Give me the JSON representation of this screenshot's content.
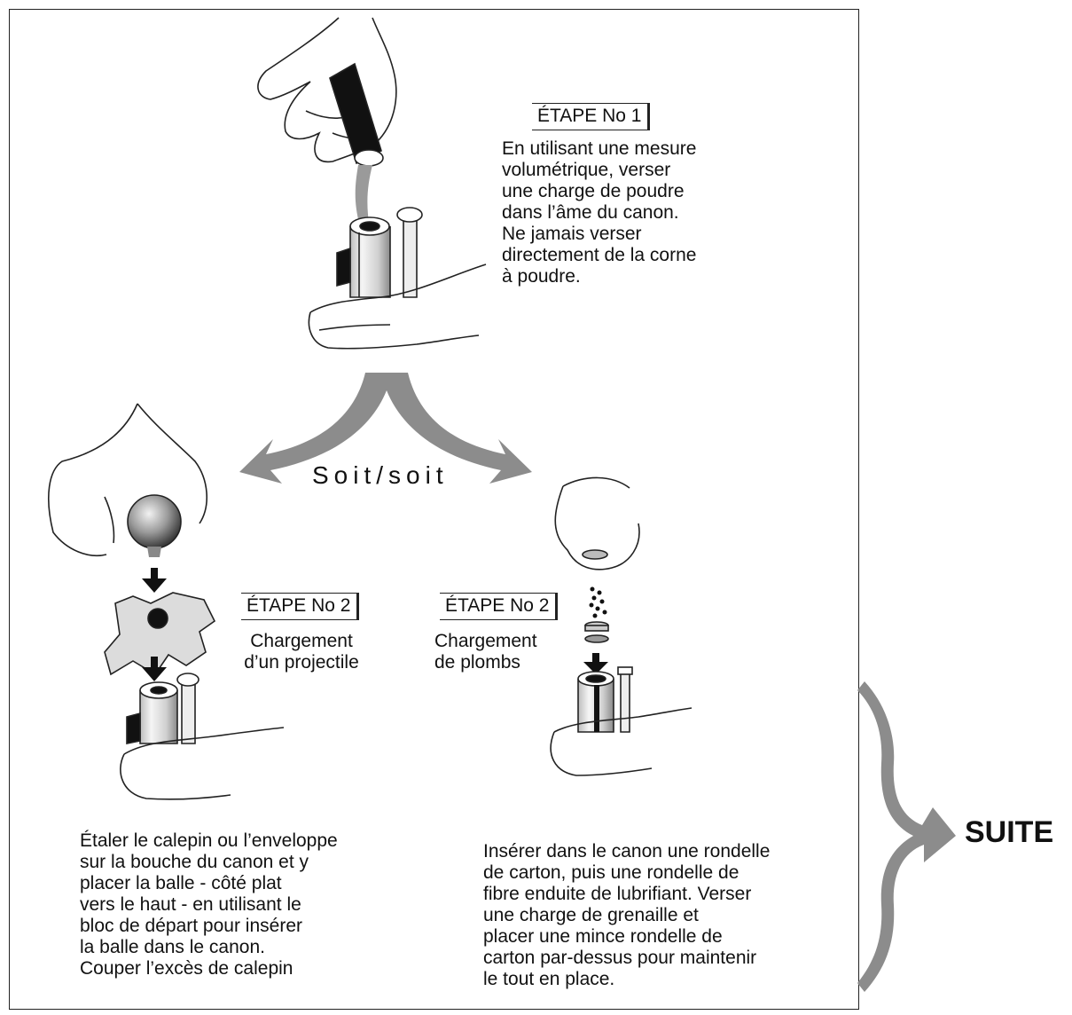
{
  "step1": {
    "badge": "ÉTAPE No 1",
    "text": "En utilisant une mesure\nvolumétrique, verser\nune charge de poudre\ndans l’âme du canon.\nNe jamais verser\ndirectement de la corne\nà poudre."
  },
  "connector": {
    "label": "Soit/soit"
  },
  "step2_ball": {
    "badge": "ÉTAPE No 2",
    "subtitle": "Chargement\nd’un projectile",
    "text": "Étaler le calepin ou l’enveloppe\nsur la bouche du canon et y\nplacer la balle - côté plat\nvers le haut - en utilisant le\nbloc de départ pour insérer\nla balle dans le canon.\nCouper l’excès de calepin"
  },
  "step2_shot": {
    "badge": "ÉTAPE No 2",
    "subtitle": "Chargement\nde plombs",
    "text": "Insérer dans le canon une rondelle\nde carton, puis une rondelle de\nfibre enduite de lubrifiant.  Verser\nune charge de grenaille et\nplacer une mince rondelle de\ncarton  par-dessus pour maintenir\nle tout en place."
  },
  "continue_label": "SUITE",
  "colors": {
    "arrow": "#8c8c8c",
    "ink": "#111111",
    "patch": "#dcdcdc"
  }
}
